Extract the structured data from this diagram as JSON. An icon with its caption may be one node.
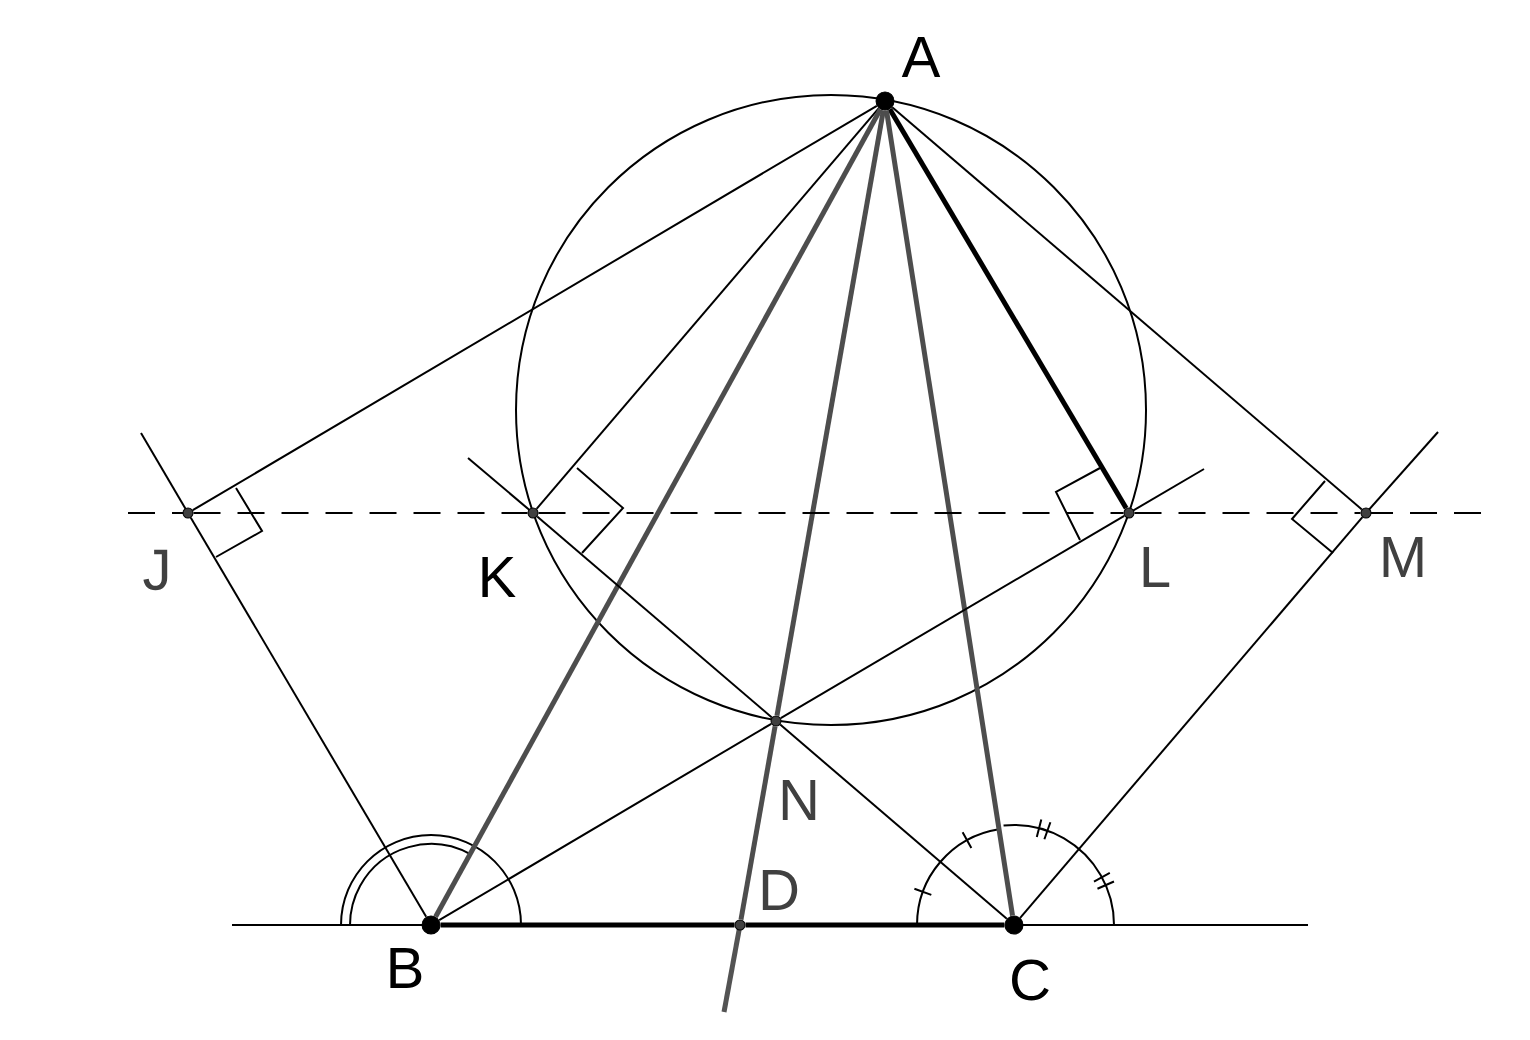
{
  "diagram": {
    "nodes": [
      {
        "text": [
          "A"
        ]
      },
      {
        "text": [
          "B"
        ]
      },
      {
        "text": [
          "C"
        ]
      },
      {
        "text": [
          "D"
        ]
      },
      {
        "text": [
          "N"
        ]
      },
      {
        "text": [
          "J"
        ]
      },
      {
        "text": [
          "K"
        ]
      },
      {
        "text": [
          "L"
        ]
      },
      {
        "text": [
          "M"
        ]
      }
    ],
    "edges": [
      {
        "from": 0,
        "to": 5,
        "arrow": "none"
      },
      {
        "from": 0,
        "to": 6,
        "arrow": "none"
      },
      {
        "from": 0,
        "to": 7,
        "arrow": "none",
        "style": "thick"
      },
      {
        "from": 0,
        "to": 8,
        "arrow": "none"
      },
      {
        "from": 0,
        "to": 1,
        "arrow": "none",
        "style": "thick",
        "color": "#4d4d4d"
      },
      {
        "from": 0,
        "to": 2,
        "arrow": "none",
        "style": "thick",
        "color": "#4d4d4d"
      },
      {
        "from": 0,
        "to": 4,
        "arrow": "none",
        "style": "thick",
        "color": "#4d4d4d"
      },
      {
        "from": 4,
        "to": 3,
        "arrow": "none",
        "style": "thick",
        "color": "#4d4d4d"
      },
      {
        "from": 1,
        "to": 3,
        "arrow": "none",
        "style": "thick"
      },
      {
        "from": 3,
        "to": 2,
        "arrow": "none",
        "style": "thick"
      },
      {
        "from": 5,
        "to": 1,
        "arrow": "none"
      },
      {
        "from": 6,
        "to": 4,
        "arrow": "none"
      },
      {
        "from": 4,
        "to": 2,
        "arrow": "none"
      },
      {
        "from": 1,
        "to": 4,
        "arrow": "none"
      },
      {
        "from": 4,
        "to": 7,
        "arrow": "none"
      },
      {
        "from": 2,
        "to": 8,
        "arrow": "none"
      },
      {
        "from": 5,
        "to": 6,
        "arrow": "none",
        "style": "dashed"
      },
      {
        "from": 6,
        "to": 7,
        "arrow": "none",
        "style": "dashed"
      },
      {
        "from": 7,
        "to": 8,
        "arrow": "none",
        "style": "dashed"
      }
    ]
  }
}
